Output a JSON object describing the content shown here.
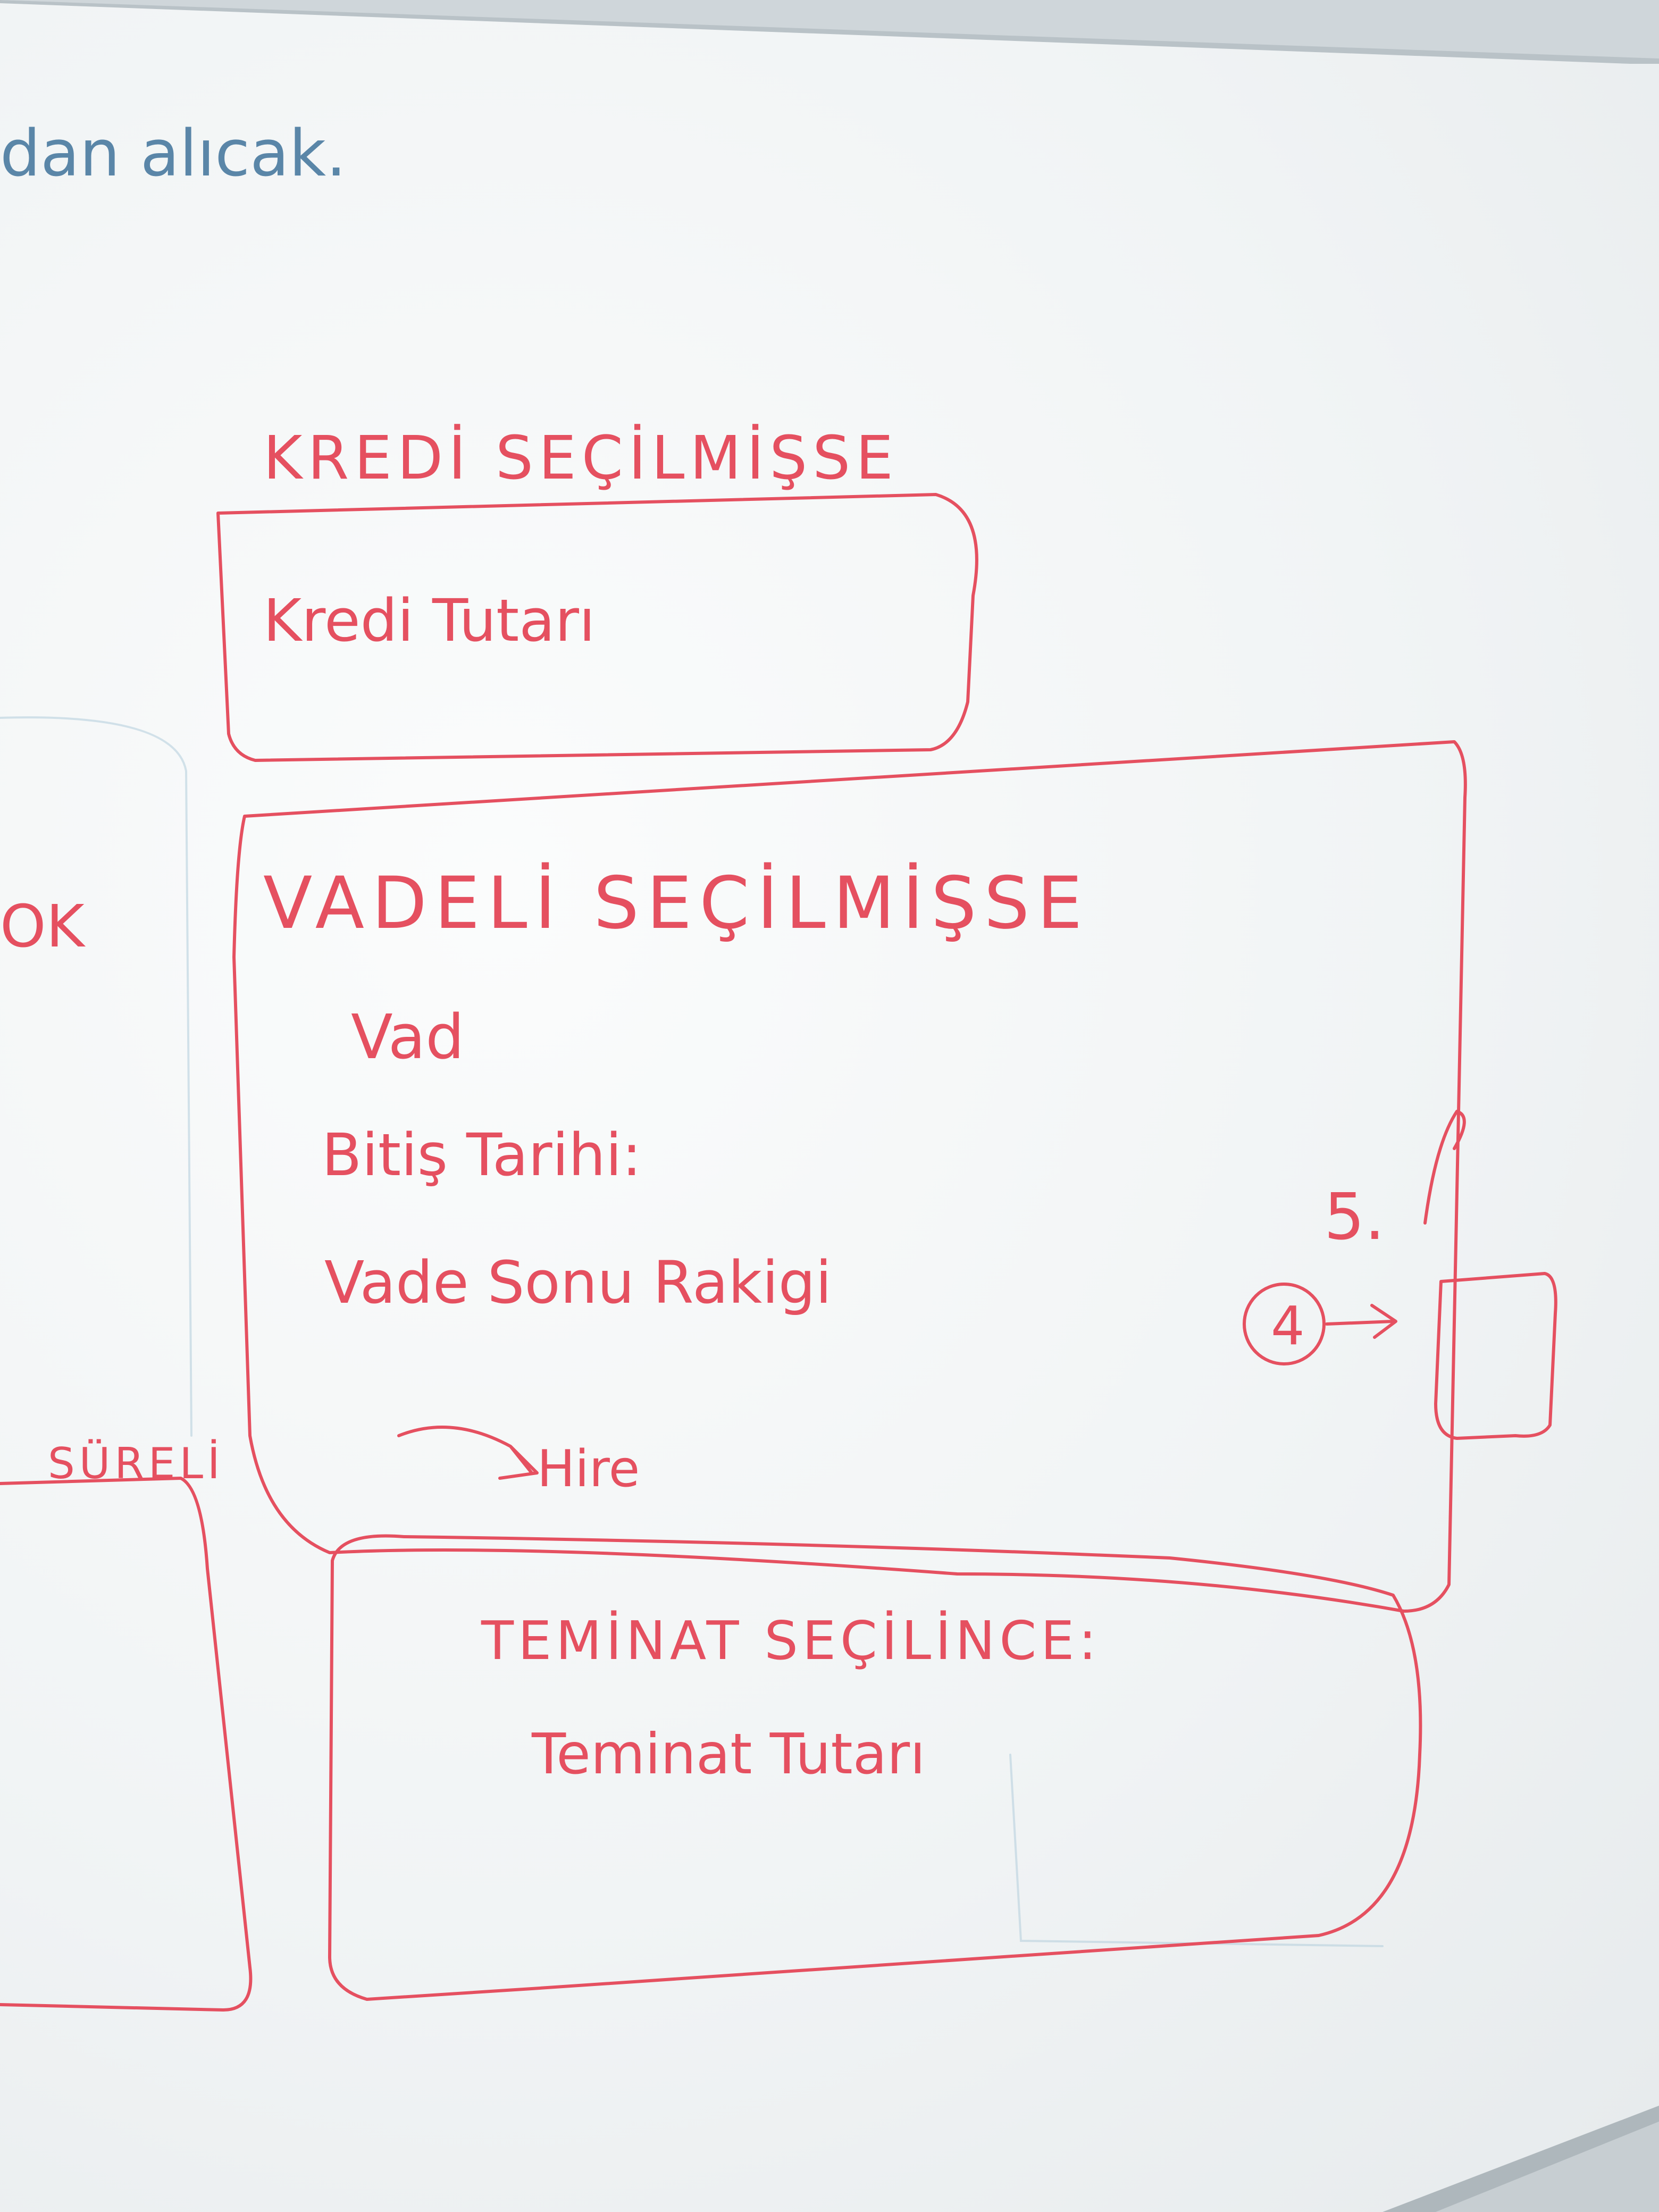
{
  "whiteboard": {
    "top_note": "dan alıcak.",
    "left_fragment_ok": "OK",
    "left_fragment_sureli": "SÜRELİ",
    "kredi_section": {
      "heading": "KREDİ SEÇİLMİŞSE",
      "field": "Kredi Tutarı"
    },
    "vadeli_section": {
      "heading": "VADELİ SEÇİLMİŞSE",
      "fields": [
        "Vad",
        "Bitiş Tarihi:",
        "Vade Sonu Rakigi"
      ]
    },
    "hire_label": "Hire",
    "teminat_section": {
      "heading": "TEMİNAT SEÇİLİNCE:",
      "field": "Teminat Tutarı"
    },
    "step_five": "5.",
    "step_four": "4"
  },
  "colors": {
    "marker_red": "#e55060",
    "board_white": "#f6f8f9",
    "faded_blue": "#5a86a8"
  }
}
